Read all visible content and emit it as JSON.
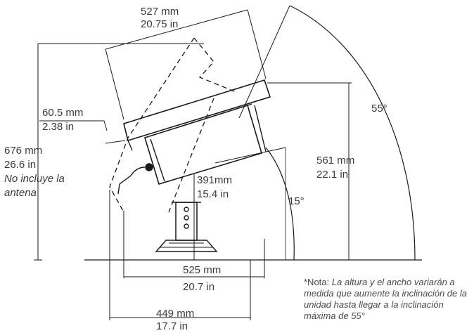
{
  "dimensions": {
    "width_top": {
      "mm": "527 mm",
      "in": "20.75 in"
    },
    "thickness": {
      "mm": "60.5 mm",
      "in": "2.38 in"
    },
    "height_total": {
      "mm": "676 mm",
      "in": "26.6 in",
      "note_line1": "No incluye la",
      "note_line2": "antena"
    },
    "height_radome": {
      "mm": "561 mm",
      "in": "22.1 in"
    },
    "pedestal": {
      "mm": "391mm",
      "in": "15.4 in"
    },
    "width_base": {
      "mm": "525 mm",
      "in": "20.7 in"
    },
    "depth_base": {
      "mm": "449 mm",
      "in": "17.7 in"
    }
  },
  "angles": {
    "max_tilt": "55°",
    "min_tilt": "15°"
  },
  "note": {
    "label": "*Nota:",
    "text": "La altura y el ancho variarán a medida que aumente la inclinación de la unidad hasta llegar a la inclinación máxima de 55°"
  }
}
